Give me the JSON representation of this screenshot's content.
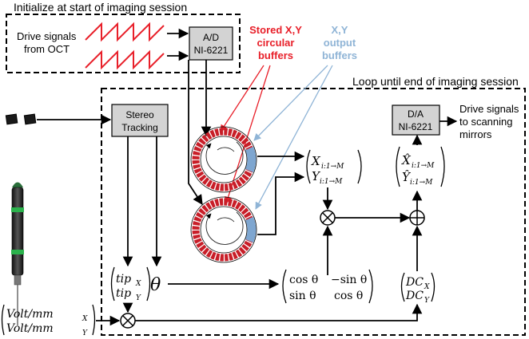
{
  "init_region": {
    "title": "Initialize at start of imaging session"
  },
  "loop_region": {
    "title": "Loop until end of imaging session"
  },
  "drive_signals_oct": {
    "line1": "Drive signals",
    "line2": "from OCT"
  },
  "ad_box": {
    "line1": "A/D",
    "line2": "NI-6221"
  },
  "da_box": {
    "line1": "D/A",
    "line2": "NI-6221"
  },
  "stereo_box": {
    "line1": "Stereo",
    "line2": "Tracking"
  },
  "stored_buffers": {
    "line1": "Stored X,Y",
    "line2": "circular",
    "line3": "buffers"
  },
  "output_buffers": {
    "line1": "X,Y",
    "line2": "output",
    "line3": "buffers"
  },
  "drive_signals_mirrors": {
    "line1": "Drive signals",
    "line2": "to scanning",
    "line3": "mirrors"
  },
  "math": {
    "xy_top_sym": "X",
    "xy_top_sub": "i:1→M",
    "xy_bot_sym": "Y",
    "xy_bot_sub": "i:1→M",
    "xyhat_top_sym": "X̂",
    "xyhat_top_sub": "i:1→M",
    "xyhat_bot_sym": "Ŷ",
    "xyhat_bot_sub": "i:1→M",
    "tip_top_sym": "tip",
    "tip_top_sub": "X",
    "tip_bot_sym": "tip",
    "tip_bot_sub": "Y",
    "theta": "θ",
    "rot_r1c1": "cos θ",
    "rot_r1c2": "−sin θ",
    "rot_r2c1": "sin θ",
    "rot_r2c2": "cos θ",
    "dc_top_sym": "DC",
    "dc_top_sub": "X",
    "dc_bot_sym": "DC",
    "dc_bot_sub": "Y",
    "volt_top_sym": "Volt/mm",
    "volt_top_sub": "X",
    "volt_bot_sym": "Volt/mm",
    "volt_bot_sub": "Y"
  },
  "colors": {
    "stored": "#e8202a",
    "output": "#8fb4d6",
    "box_fill": "#d3d3d3"
  }
}
